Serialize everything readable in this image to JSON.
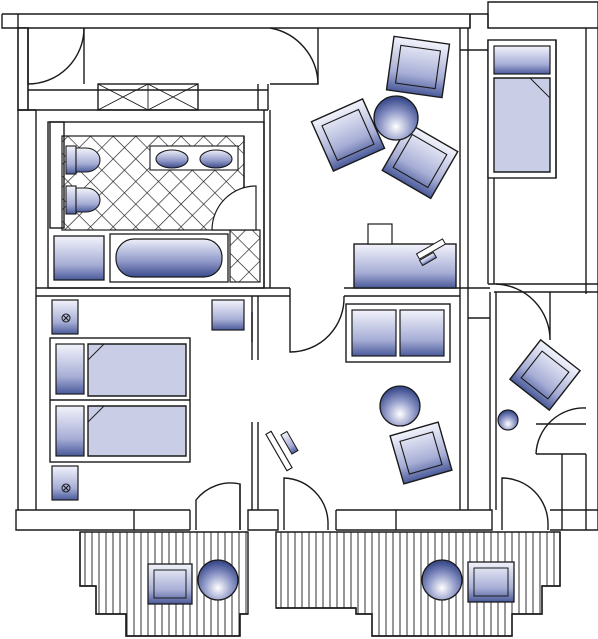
{
  "plan": {
    "colors": {
      "wall_line": "#1a1a1a",
      "furniture_fill": "#c9cde6",
      "furniture_shade": "#4a5a9a",
      "background": "#ffffff"
    },
    "rooms": [
      "bathroom",
      "twin-bedroom",
      "living-room",
      "study",
      "entry-hall",
      "balcony-left",
      "balcony-right",
      "single-bedroom",
      "corridor"
    ],
    "furniture": [
      "twin-bed",
      "single-bed",
      "sofa",
      "armchair",
      "round-table",
      "desk",
      "bathtub",
      "wash-basin",
      "toilet",
      "bidet",
      "nightstand",
      "side-table"
    ]
  }
}
